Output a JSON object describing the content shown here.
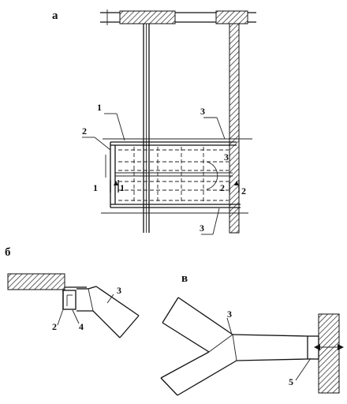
{
  "panels": {
    "a": "а",
    "b": "б",
    "v": "в"
  },
  "labels": {
    "a_1": "1",
    "a_2": "2",
    "a_3_top": "3",
    "a_3_right": "3",
    "a_3_bottom": "3",
    "a_sec1_left": "1",
    "a_sec1_right": "1",
    "a_sec2_left": "2",
    "a_sec2_right": "2",
    "b_3": "3",
    "b_2": "2",
    "b_4": "4",
    "v_3": "3",
    "v_5": "5"
  }
}
